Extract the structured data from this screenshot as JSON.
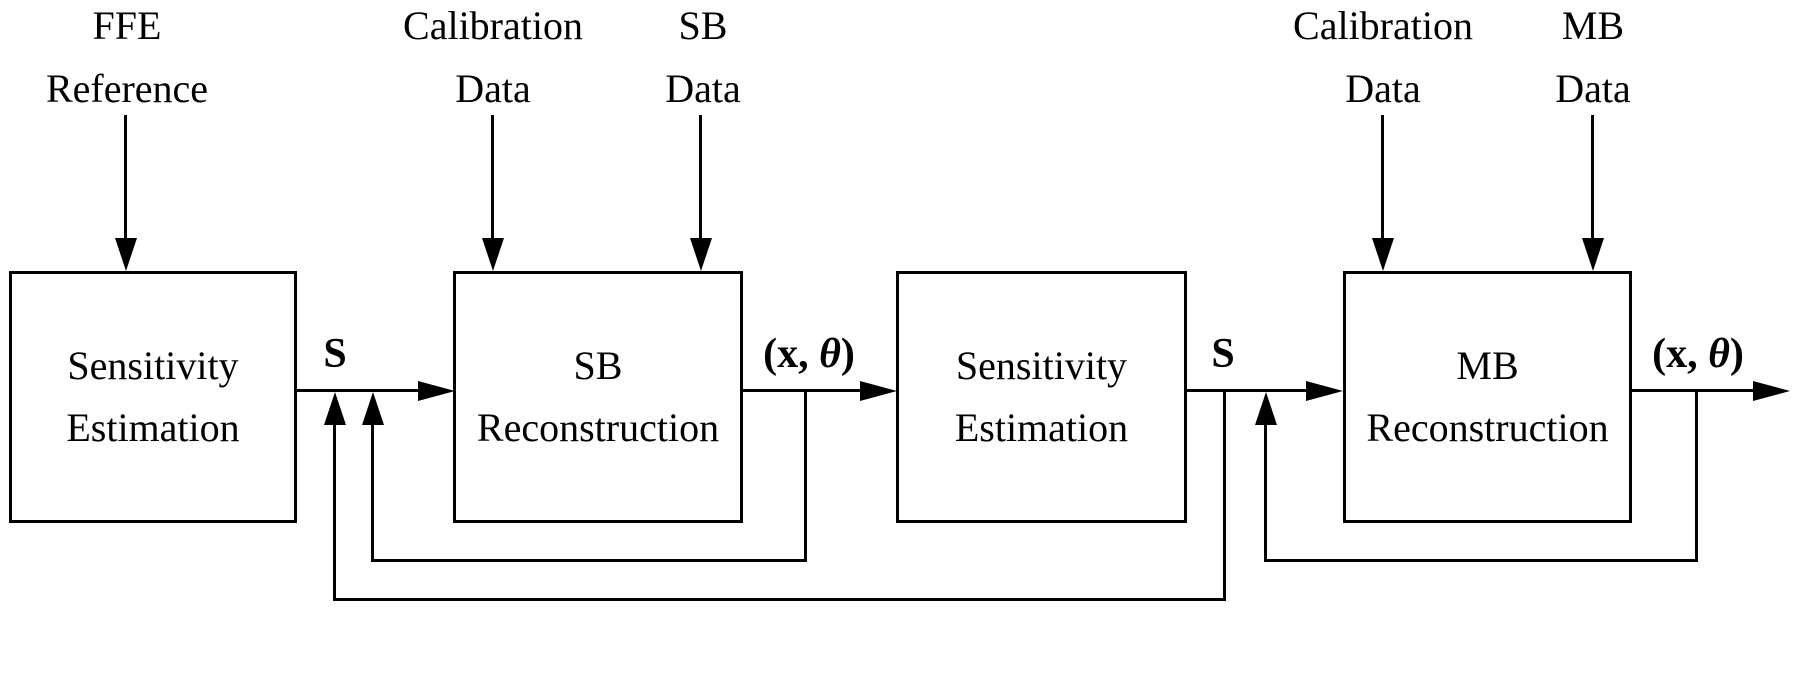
{
  "colors": {
    "ink": "#000000",
    "background": "#ffffff"
  },
  "top_inputs": [
    {
      "line1": "FFE",
      "line2": "Reference"
    },
    {
      "line1": "Calibration",
      "line2": "Data"
    },
    {
      "line1": "SB",
      "line2": "Data"
    },
    {
      "line1": "Calibration",
      "line2": "Data"
    },
    {
      "line1": "MB",
      "line2": "Data"
    }
  ],
  "nodes": [
    {
      "line1": "Sensitivity",
      "line2": "Estimation"
    },
    {
      "line1": "SB",
      "line2": "Reconstruction"
    },
    {
      "line1": "Sensitivity",
      "line2": "Estimation"
    },
    {
      "line1": "MB",
      "line2": "Reconstruction"
    }
  ],
  "edge_labels": {
    "s1": "S",
    "s2": "S",
    "xtheta1": {
      "open": "(",
      "x": "x",
      "comma": ", ",
      "theta": "θ",
      "close": ")"
    },
    "xtheta2": {
      "open": "(",
      "x": "x",
      "comma": ", ",
      "theta": "θ",
      "close": ")"
    }
  }
}
